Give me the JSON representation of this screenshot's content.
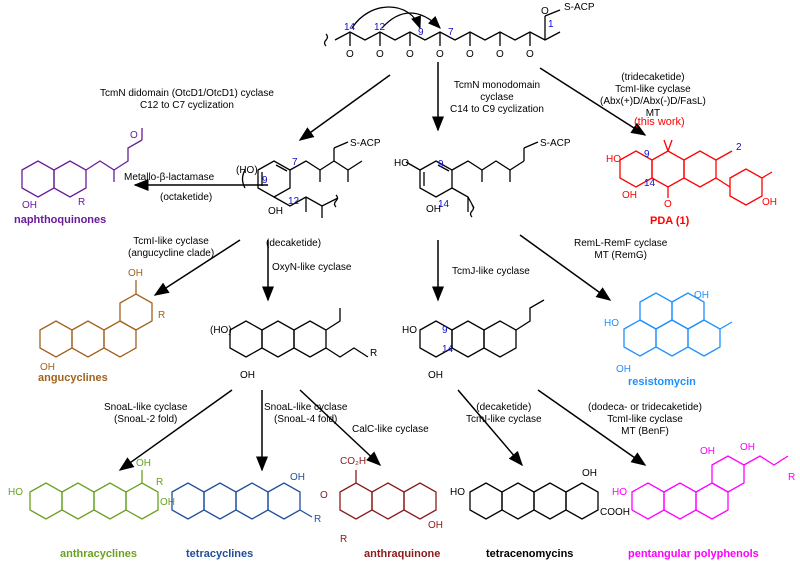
{
  "colors": {
    "naphthoquinones": "#6a1b9a",
    "pda": "#ff0000",
    "angucyclines": "#a0621e",
    "resistomycin": "#1e90ff",
    "anthracyclines": "#6aa120",
    "tetracyclines": "#1f4e9c",
    "anthraquinone": "#8b1a1a",
    "tetracenomycins": "#000000",
    "pentangular": "#ff00ff",
    "locant": "#1010c8"
  },
  "labels": {
    "acp": "S-ACP",
    "tcmn_didomain": [
      "TcmN didomain (OtcD1/OtcD1) cyclase",
      "C12 to C7 cyclization"
    ],
    "tcmn_mono": [
      "TcmN monodomain",
      "cyclase",
      "C14 to C9 cyclization"
    ],
    "tridecaketide": [
      "(tridecaketide)",
      "TcmI-like cyclase",
      "(Abx(+)D/Abx(-)D/FasL)",
      "MT"
    ],
    "this_work": "(this work)",
    "metallo": "Metallo-β-lactamase",
    "octaketide": "(octaketide)",
    "tcmi_angu": [
      "TcmI-like cyclase",
      "(angucycline clade)"
    ],
    "decaketide_left": "(decaketide)",
    "oxyn": "OxyN-like cyclase",
    "tcmj": "TcmJ-like cyclase",
    "reml": [
      "RemL-RemF cyclase",
      "MT (RemG)"
    ],
    "snoal2": [
      "SnoaL-like cyclase",
      "(SnoaL-2 fold)"
    ],
    "snoal4": [
      "SnoaL-like cyclase",
      "(SnoaL-4 fold)"
    ],
    "calc": "CalC-like cyclase",
    "decaketide_tcmi": [
      "(decaketide)",
      "TcmI-like cyclase"
    ],
    "dodeca": [
      "(dodeca- or tridecaketide)",
      "TcmI-like cyclase",
      "MT (BenF)"
    ]
  },
  "compounds": {
    "naphthoquinones": "naphthoquinones",
    "pda": "PDA (1)",
    "angucyclines": "angucyclines",
    "resistomycin": "resistomycin",
    "anthracyclines": "anthracyclines",
    "tetracyclines": "tetracyclines",
    "anthraquinone": "anthraquinone",
    "tetracenomycins": "tetracenomycins",
    "pentangular": "pentangular polyphenols"
  },
  "atoms": {
    "oh": "OH",
    "ho": "HO",
    "o": "O",
    "r": "R",
    "co2h": "CO₂H",
    "cooh": "COOH",
    "hoparen": "(HO)"
  },
  "locants": {
    "c1": "1",
    "c2": "2",
    "c7": "7",
    "c9": "9",
    "c12": "12",
    "c14": "14"
  }
}
